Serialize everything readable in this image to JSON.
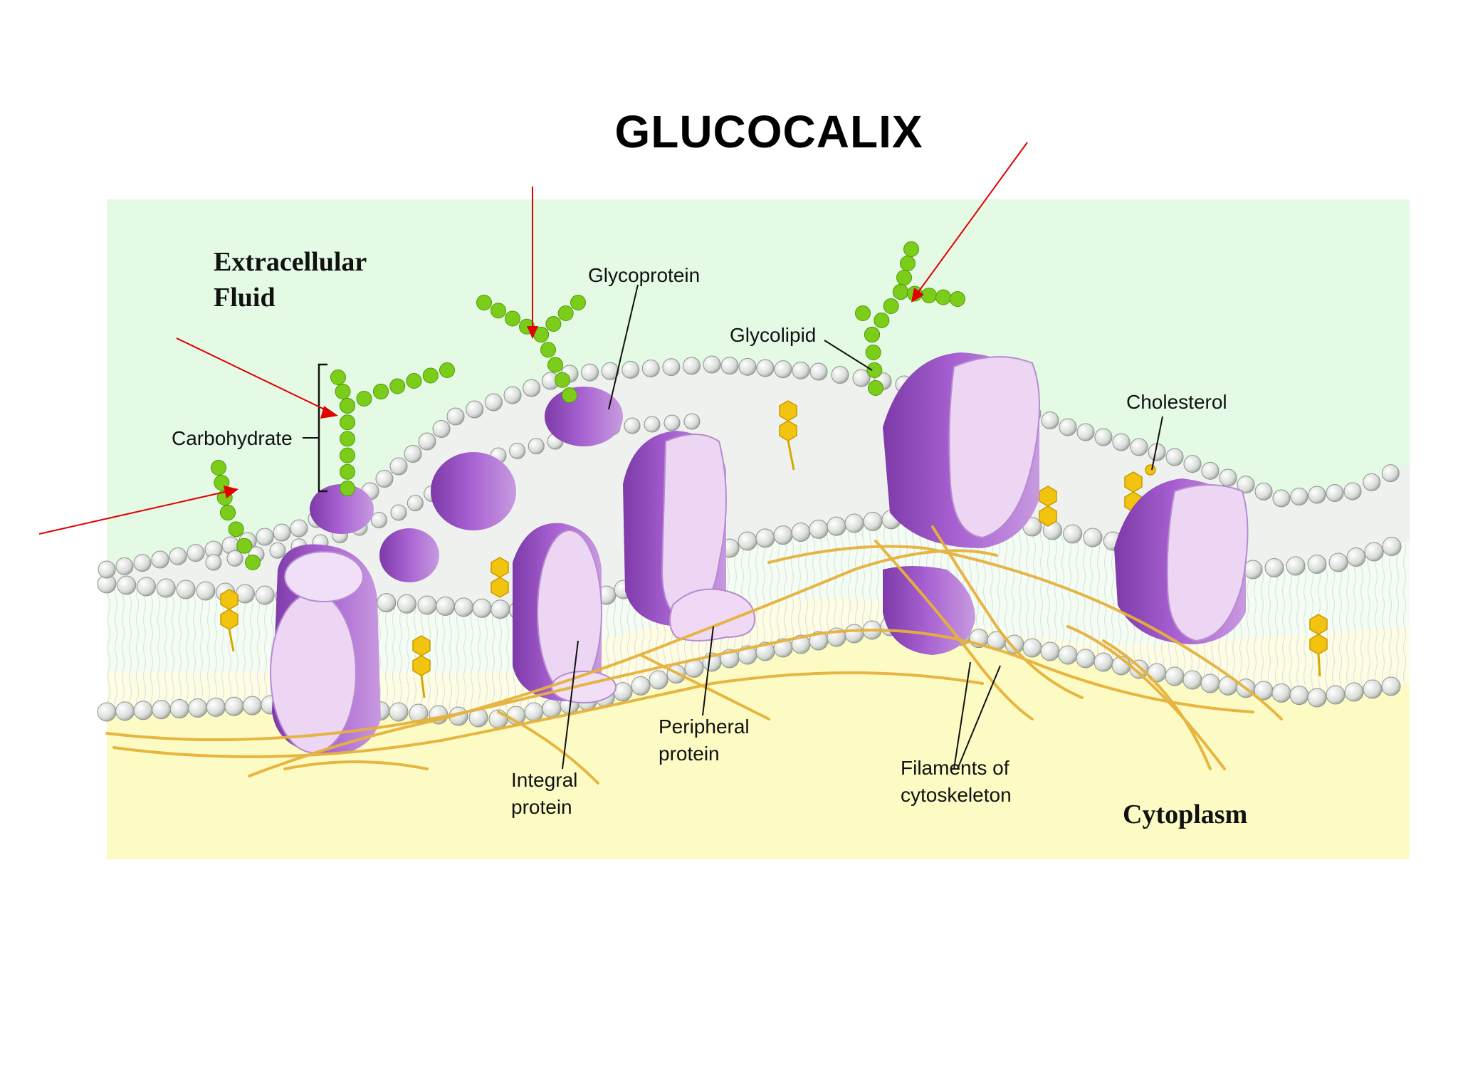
{
  "title": "GLUCOCALIX",
  "labels": {
    "extracellular_line1": "Extracellular",
    "extracellular_line2": "Fluid",
    "cytoplasm": "Cytoplasm",
    "glycoprotein": "Glycoprotein",
    "glycolipid": "Glycolipid",
    "carbohydrate": "Carbohydrate",
    "cholesterol": "Cholesterol",
    "integral_line1": "Integral",
    "integral_line2": "protein",
    "peripheral_line1": "Peripheral",
    "peripheral_line2": "protein",
    "filaments_line1": "Filaments of",
    "filaments_line2": "cytoskeleton"
  },
  "colors": {
    "extracellular": "#e4fae4",
    "cytoplasm": "#fdfbc4",
    "protein_dark": "#9a4fc4",
    "protein_light": "#e7cdf0",
    "sugar": "#7ccc1a",
    "cholesterol": "#f2c40f",
    "filament": "#e6b23c",
    "arrow": "#e00000"
  }
}
